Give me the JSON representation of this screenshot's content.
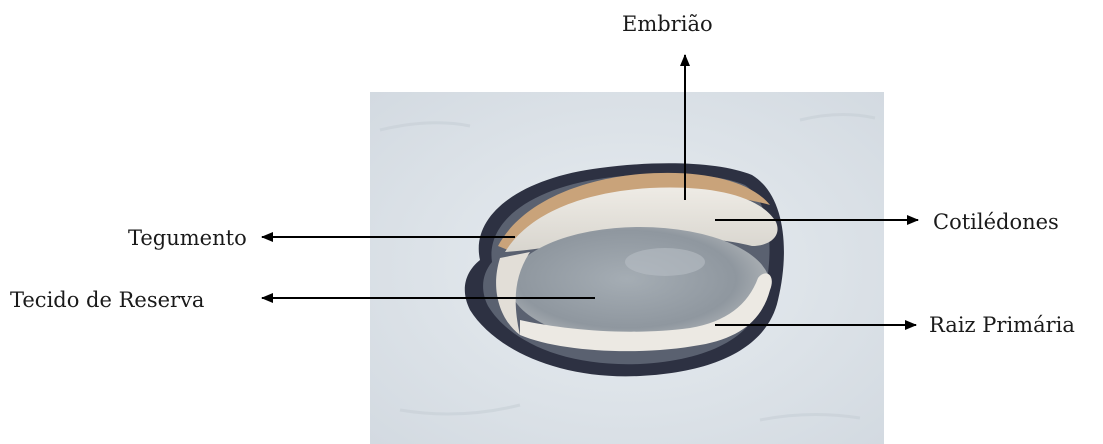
{
  "labels": {
    "embriao": "Embrião",
    "cotiledones": "Cotilédones",
    "raiz": "Raiz Primária",
    "tegumento": "Tegumento",
    "tecido": "Tecido de Reserva"
  },
  "colors": {
    "background": "#ffffff",
    "photo_background": "#dfe5ea",
    "seed_coat_dark": "#2d3142",
    "seed_tan": "#c9a37a",
    "cotyledon": "#e6e3dc",
    "reserve_tissue": "#9ea6ad",
    "arrow": "#000000"
  }
}
